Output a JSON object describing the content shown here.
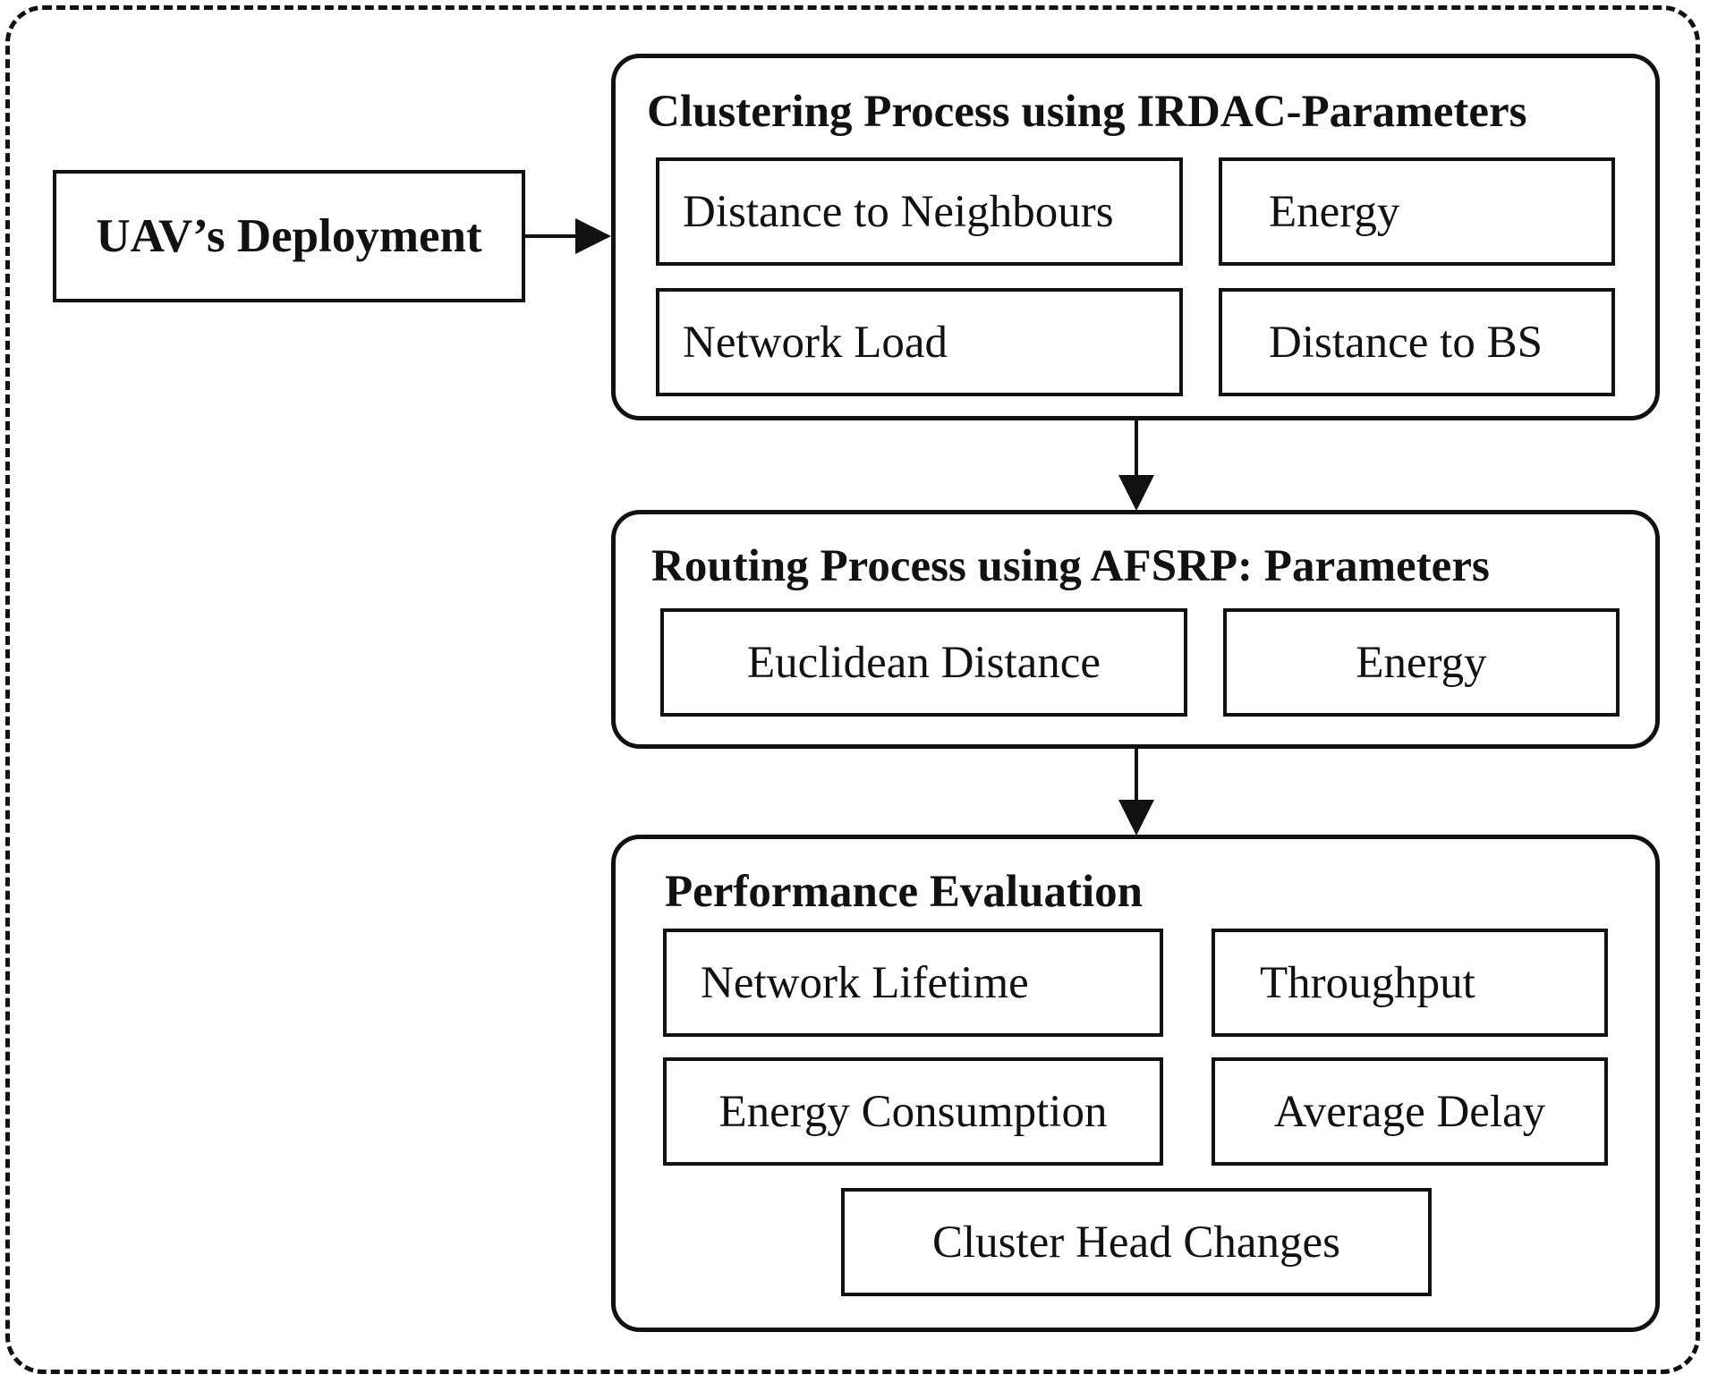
{
  "start": {
    "label": "UAV’s Deployment"
  },
  "clustering": {
    "title": "Clustering Process using IRDAC-Parameters",
    "params": [
      "Distance to Neighbours",
      "Energy",
      "Network Load",
      "Distance to BS"
    ]
  },
  "routing": {
    "title": "Routing Process using AFSRP: Parameters",
    "params": [
      "Euclidean Distance",
      "Energy"
    ]
  },
  "evaluation": {
    "title": "Performance Evaluation",
    "params": [
      "Network Lifetime",
      "Throughput",
      "Energy Consumption",
      "Average Delay",
      "Cluster Head Changes"
    ]
  },
  "colors": {
    "stroke": "#111111",
    "background": "#ffffff"
  }
}
